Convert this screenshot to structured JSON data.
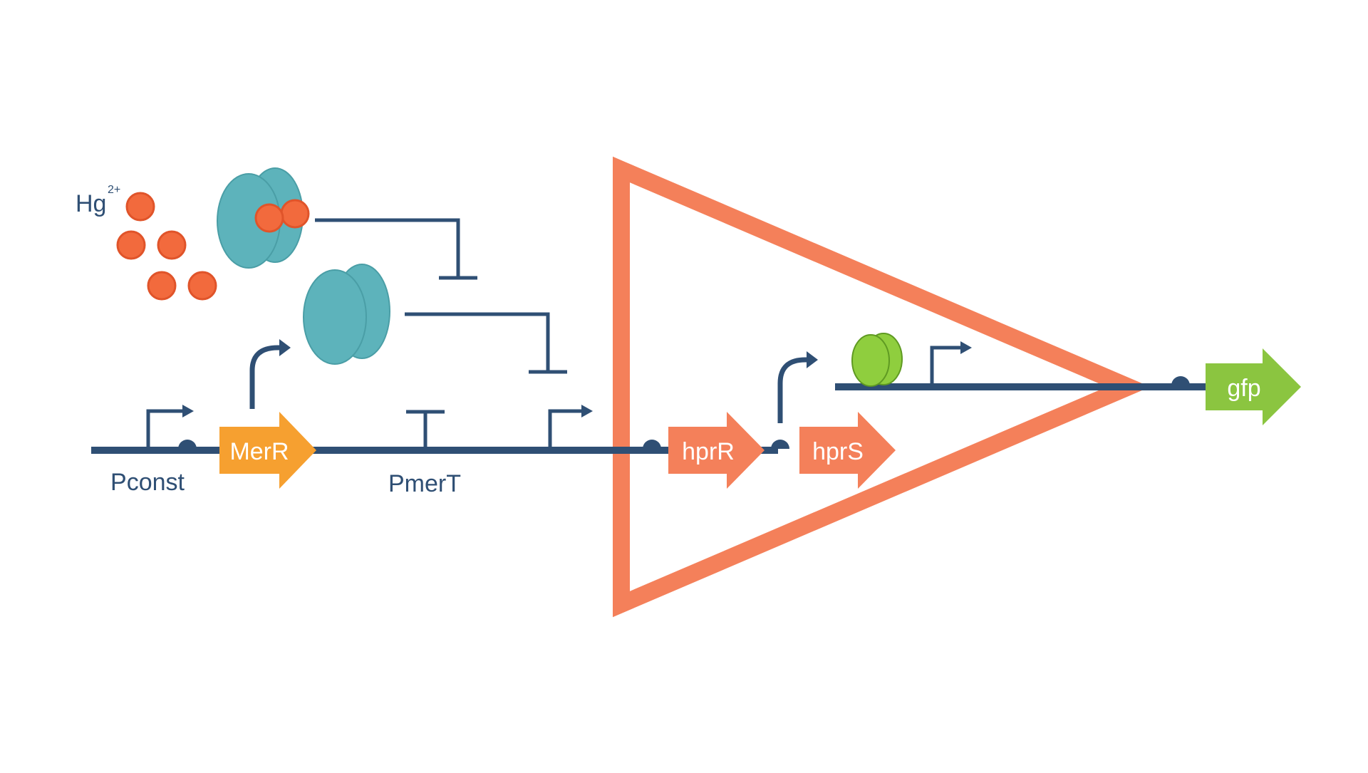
{
  "colors": {
    "dna": "#2f4f74",
    "ion": "#f26a3d",
    "ion_stroke": "#e0542a",
    "merr_protein": "#5db3bb",
    "merr_gene": "#f6a030",
    "amplifier": "#f4805a",
    "hpr_gene": "#f4805a",
    "gfp_gene": "#8bc540",
    "hpr_protein": "#8fce3e",
    "label_text": "#2f4f74",
    "gene_text": "#ffffff"
  },
  "labels": {
    "ion": "Hg",
    "ion_charge": "2+",
    "promoter_const": "Pconst",
    "promoter_mert": "PmerT"
  },
  "genes": {
    "merr": "MerR",
    "hprr": "hprR",
    "hprs": "hprS",
    "gfp": "gfp"
  },
  "icons": {
    "promoter": "promoter-arrow-icon",
    "rbs": "ribosome-binding-site-icon",
    "repression": "repression-bar-icon",
    "expression": "expression-arrow-icon",
    "amplifier": "amplifier-triangle-icon"
  }
}
